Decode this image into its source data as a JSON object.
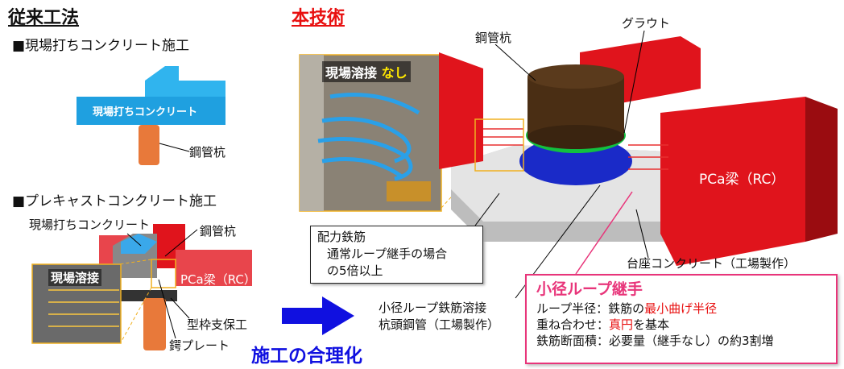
{
  "conventional": {
    "title": "従来工法",
    "cast_in_place": {
      "heading": "■現場打ちコンクリート施工",
      "slab_label": "現場打ちコンクリート",
      "pile_label": "鋼管杭"
    },
    "precast": {
      "heading": "■プレキャストコンクリート施工",
      "cast_label": "現場打ちコンクリート",
      "pile_label": "鋼管杭",
      "beam_label": "PCa梁（RC）",
      "photo_label": "現場溶接",
      "formwork_label": "型枠支保工",
      "plate_label": "鍔プレート"
    }
  },
  "new_tech": {
    "title": "本技術",
    "photo_label": "現場溶接",
    "photo_label_accent": "なし",
    "pile_label": "鋼管杭",
    "grout_label": "グラウト",
    "beam_label": "PCa梁（RC）",
    "pedestal_label": "台座コンクリート（工場製作）",
    "distribution": {
      "title": "配力鉄筋",
      "line1": "通常ループ継手の場合",
      "line2": "の5倍以上"
    },
    "welded": {
      "line1": "小径ループ鉄筋溶接",
      "line2": "杭頭鋼管（工場製作）"
    },
    "small_loop": {
      "title": "小径ループ継手",
      "rows": [
        {
          "key": "ループ半径：",
          "plain": "鉄筋の",
          "accent": "最小曲げ半径",
          "tail": ""
        },
        {
          "key": "重ね合わせ：",
          "plain": "",
          "accent": "真円",
          "tail": "を基本"
        },
        {
          "key": "鉄筋断面積：",
          "plain": "必要量（継手なし）の約3割増",
          "accent": "",
          "tail": ""
        }
      ]
    }
  },
  "conclusion": "施工の合理化",
  "colors": {
    "red_beam": "#e0141c",
    "blue_slab": "#2fb5ef",
    "pile_orange": "#e8793a",
    "accent_blue": "#1010e0",
    "pink": "#e8357a",
    "accent_red": "#e81010"
  }
}
